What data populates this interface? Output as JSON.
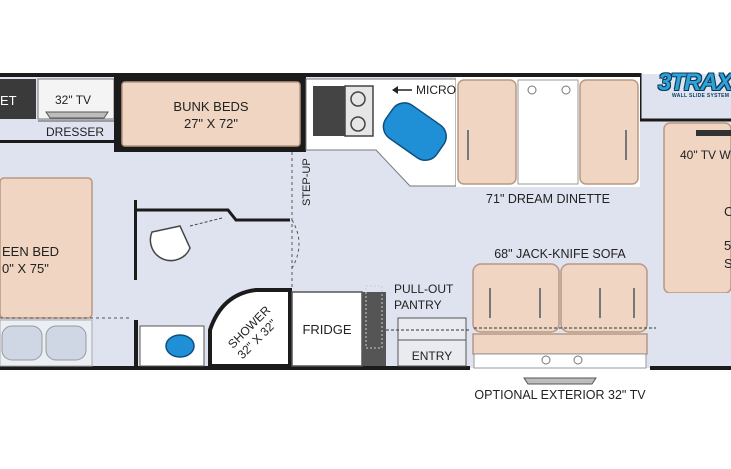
{
  "brand": {
    "logo_text": "3TRAX",
    "logo_tagline": "WALL SLIDE SYSTEM"
  },
  "labels": {
    "tv_32": "32\" TV",
    "cabinet_partial": "ET",
    "dresser": "DRESSER",
    "bunk_beds_title": "BUNK BEDS",
    "bunk_beds_size": "27\" X 72\"",
    "micro": "MICRO",
    "dream_dinette": "71\" DREAM DINETTE",
    "tv_40": "40\" TV W",
    "step_up": "STEP-UP",
    "bed_line1": "EEN BED",
    "bed_line2": "0\" X 75\"",
    "jackknife_sofa": "68\" JACK-KNIFE SOFA",
    "pullout_line1": "PULL-OUT",
    "pullout_line2": "PANTRY",
    "shower_line1": "SHOWER",
    "shower_line2": "32\" X 32\"",
    "fridge": "FRIDGE",
    "entry": "ENTRY",
    "exterior_tv": "OPTIONAL EXTERIOR 32\" TV",
    "right_c": "C",
    "right_5": "5",
    "right_s": "S"
  },
  "colors": {
    "floor": "#dfe3ef",
    "furniture": "#efd5c2",
    "furniture_stroke": "#b99883",
    "wall": "#1b1b1b",
    "accent_blue": "#1f8fd6",
    "counter": "#ffffff"
  }
}
